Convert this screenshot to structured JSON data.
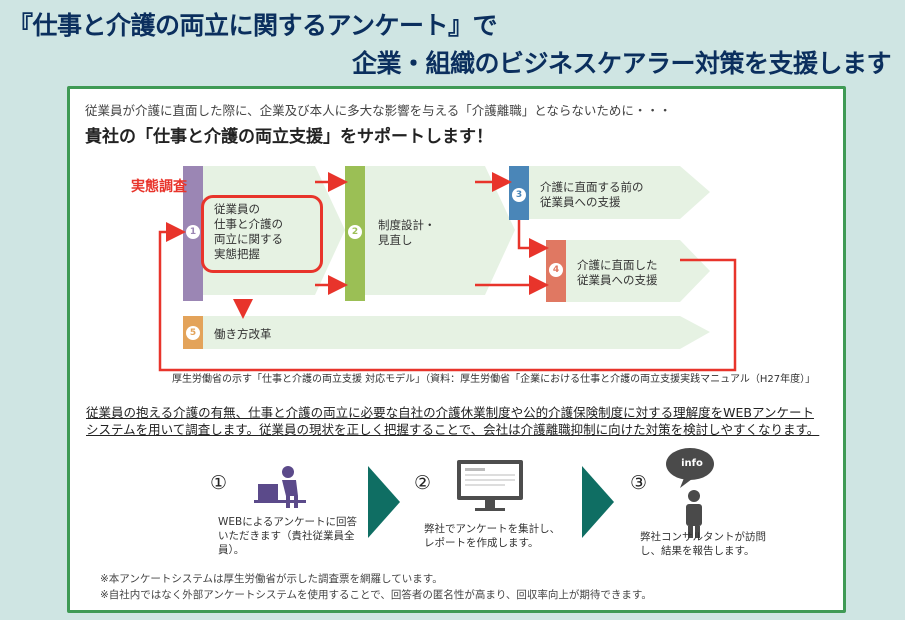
{
  "headline": {
    "line1": "『仕事と介護の両立に関するアンケート』で",
    "line2": "企業・組織のビジネスケアラー対策を支援します"
  },
  "intro": "従業員が介護に直面した際に、企業及び本人に多大な影響を与える「介護離職」とならないために・・・",
  "subheading": "貴社の「仕事と介護の両立支援」をサポートします！",
  "highlight_label": "実態調査",
  "steps": [
    {
      "num": "1",
      "line1": "従業員の",
      "line2": "仕事と介護の",
      "line3": "両立に関する",
      "line4": "実態把握"
    },
    {
      "num": "2",
      "line1": "制度設計・",
      "line2": "見直し"
    },
    {
      "num": "3",
      "line1": "介護に直面する前の",
      "line2": "従業員への支援"
    },
    {
      "num": "4",
      "line1": "介護に直面した",
      "line2": "従業員への支援"
    },
    {
      "num": "5",
      "line1": "働き方改革"
    }
  ],
  "caption": "厚生労働省の示す「仕事と介護の両立支援 対応モデル」（資料：厚生労働省「企業における仕事と介護の両立支援実践マニュアル（H27年度）」",
  "description": "従業員の抱える介護の有無、仕事と介護の両立に必要な自社の介護休業制度や公的介護保険制度に対する理解度をWEBアンケートシステムを用いて調査します。従業員の現状を正しく把握することで、会社は介護離職抑制に向けた対策を検討しやすくなります。",
  "process": [
    {
      "num": "①",
      "text": "WEBによるアンケートに回答いただきます（貴社従業員全員）。"
    },
    {
      "num": "②",
      "text": "弊社でアンケートを集計し、レポートを作成します。"
    },
    {
      "num": "③",
      "text": "弊社コンサルタントが訪問し、結果を報告します。",
      "bubble": "info"
    }
  ],
  "notes": [
    "※本アンケートシステムは厚生労働省が示した調査票を網羅しています。",
    "※自社内ではなく外部アンケートシステムを使用することで、回答者の匿名性が高まり、回収率向上が期待できます。"
  ],
  "colors": {
    "step1": "#9b86b4",
    "step2": "#9bbf55",
    "step3": "#4a86b8",
    "step4": "#e07862",
    "step5": "#e3a35a",
    "arrow": "#e8342b",
    "band": "#e6f2e3",
    "chevron": "#0f6e63",
    "border": "#3f9a55",
    "title": "#0b2f5e"
  }
}
